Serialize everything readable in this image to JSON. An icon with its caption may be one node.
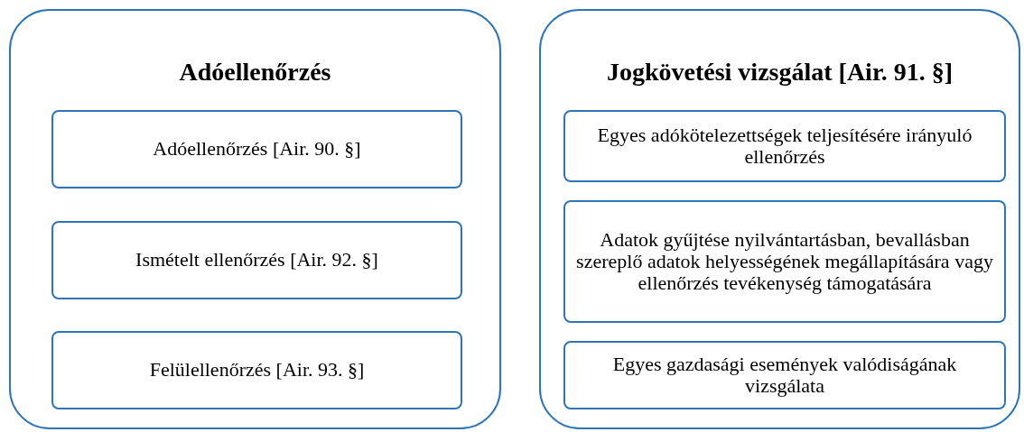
{
  "diagram": {
    "nodes": [
      {
        "text": [
          "Adóellenőrzés"
        ]
      },
      {
        "text": [
          "Adóellenőrzés [Air. 90. §]"
        ],
        "in": 0
      },
      {
        "text": [
          "Ismételt ellenőrzés [Air. 92. §]"
        ],
        "in": 0
      },
      {
        "text": [
          "Felülellenőrzés [Air. 93. §]"
        ],
        "in": 0
      },
      {
        "text": [
          "Jogkövetési vizsgálat [Air. 91. §]"
        ]
      },
      {
        "text": [
          "Egyes adókötelezettségek teljesítésére irányuló ellenőrzés"
        ],
        "in": 4
      },
      {
        "text": [
          "Adatok gyűjtése nyilvántartásban, bevallásban szereplő adatok helyességének megállapítására vagy ellenőrzés tevékenység támogatására"
        ],
        "in": 4
      },
      {
        "text": [
          "Egyes gazdasági események valódiságának vizsgálata"
        ],
        "in": 4
      }
    ]
  }
}
